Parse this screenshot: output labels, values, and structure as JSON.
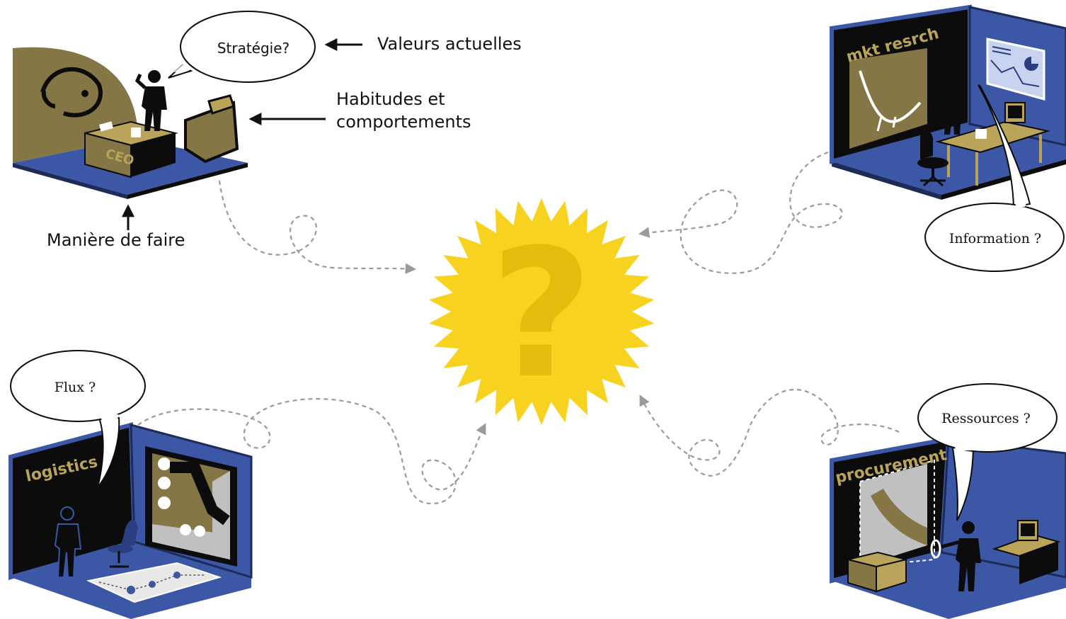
{
  "center": {
    "symbol": "?"
  },
  "ceo": {
    "desk_label": "CEO",
    "bubble": "Stratégie?",
    "annotations": {
      "values": "Valeurs actuelles",
      "habits_line1": "Habitudes et",
      "habits_line2": "comportements",
      "way": "Manière de faire"
    }
  },
  "market_research": {
    "room_label": "mkt resrch",
    "bubble": "Information ?"
  },
  "logistics": {
    "room_label": "logistics",
    "bubble": "Flux ?"
  },
  "procurement": {
    "room_label": "procurement",
    "bubble": "Ressources ?"
  },
  "colors": {
    "room_floor": "#3b57a6",
    "wall_dark": "#0c0c0c",
    "wall_olive": "#857645",
    "olive_light": "#b9a45a",
    "burst_yellow": "#f7d21e",
    "burst_mark": "#e5bb0e",
    "path_gray": "#9a9a9a"
  }
}
